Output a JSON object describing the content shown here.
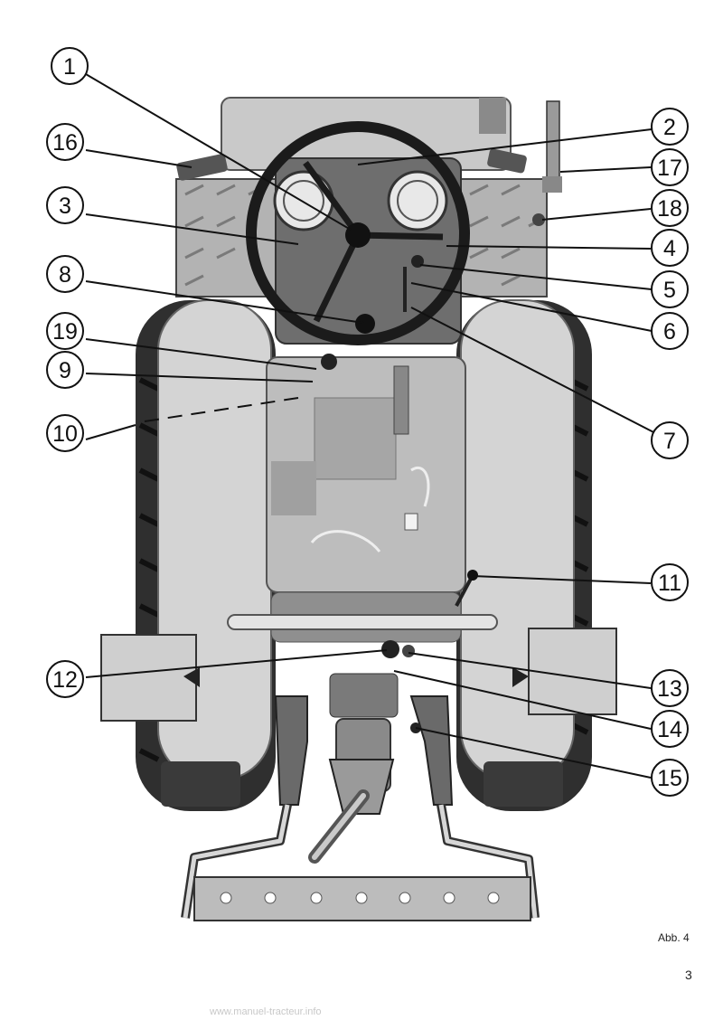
{
  "figure": {
    "callouts": [
      "1",
      "2",
      "3",
      "4",
      "5",
      "6",
      "7",
      "8",
      "9",
      "10",
      "11",
      "12",
      "13",
      "14",
      "15",
      "16",
      "17",
      "18",
      "19"
    ]
  },
  "caption": "Abb. 4",
  "page_number": "3",
  "watermark": "www.manuel-tracteur.info"
}
